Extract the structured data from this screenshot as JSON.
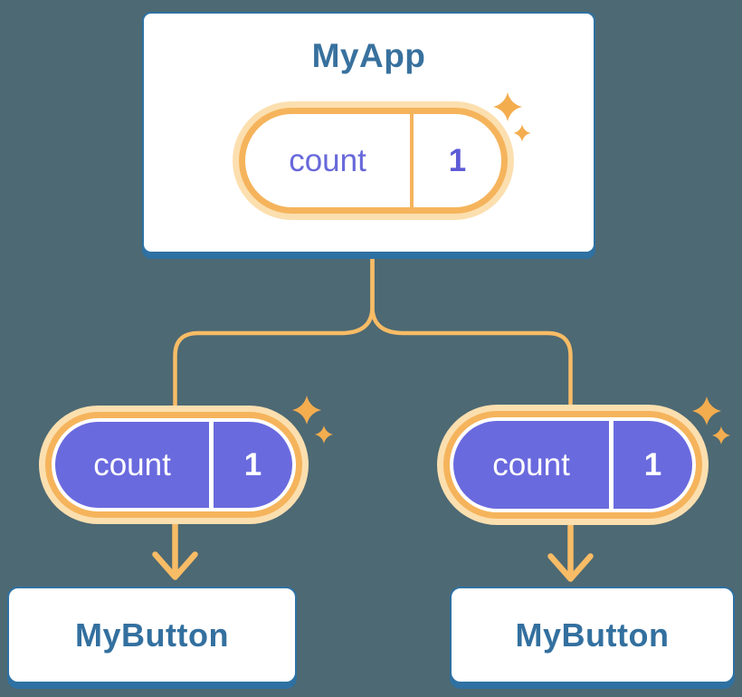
{
  "diagram": {
    "description": "React component tree: root component holds state passed down as props to two child components",
    "background_color": "#4D6973",
    "root": {
      "title": "MyApp",
      "state": {
        "label": "count",
        "value": "1"
      }
    },
    "children": [
      {
        "title": "MyButton",
        "prop": {
          "label": "count",
          "value": "1"
        }
      },
      {
        "title": "MyButton",
        "prop": {
          "label": "count",
          "value": "1"
        }
      }
    ],
    "icons": [
      "sparkle-icon",
      "arrow-down-icon"
    ],
    "colors": {
      "card_border": "#2E71A2",
      "card_background": "#FFFFFF",
      "card_text": "#38719E",
      "pill_glow": "#FCDFAF",
      "pill_ring": "#F5B45C",
      "pill_fill_root": "#FFFFFF",
      "pill_text_root": "#6768DA",
      "pill_fill_child": "#6A6ADF",
      "pill_text_child": "#FFFFFF",
      "connector": "#F8BC66",
      "sparkle": "#F3AD4F"
    }
  }
}
